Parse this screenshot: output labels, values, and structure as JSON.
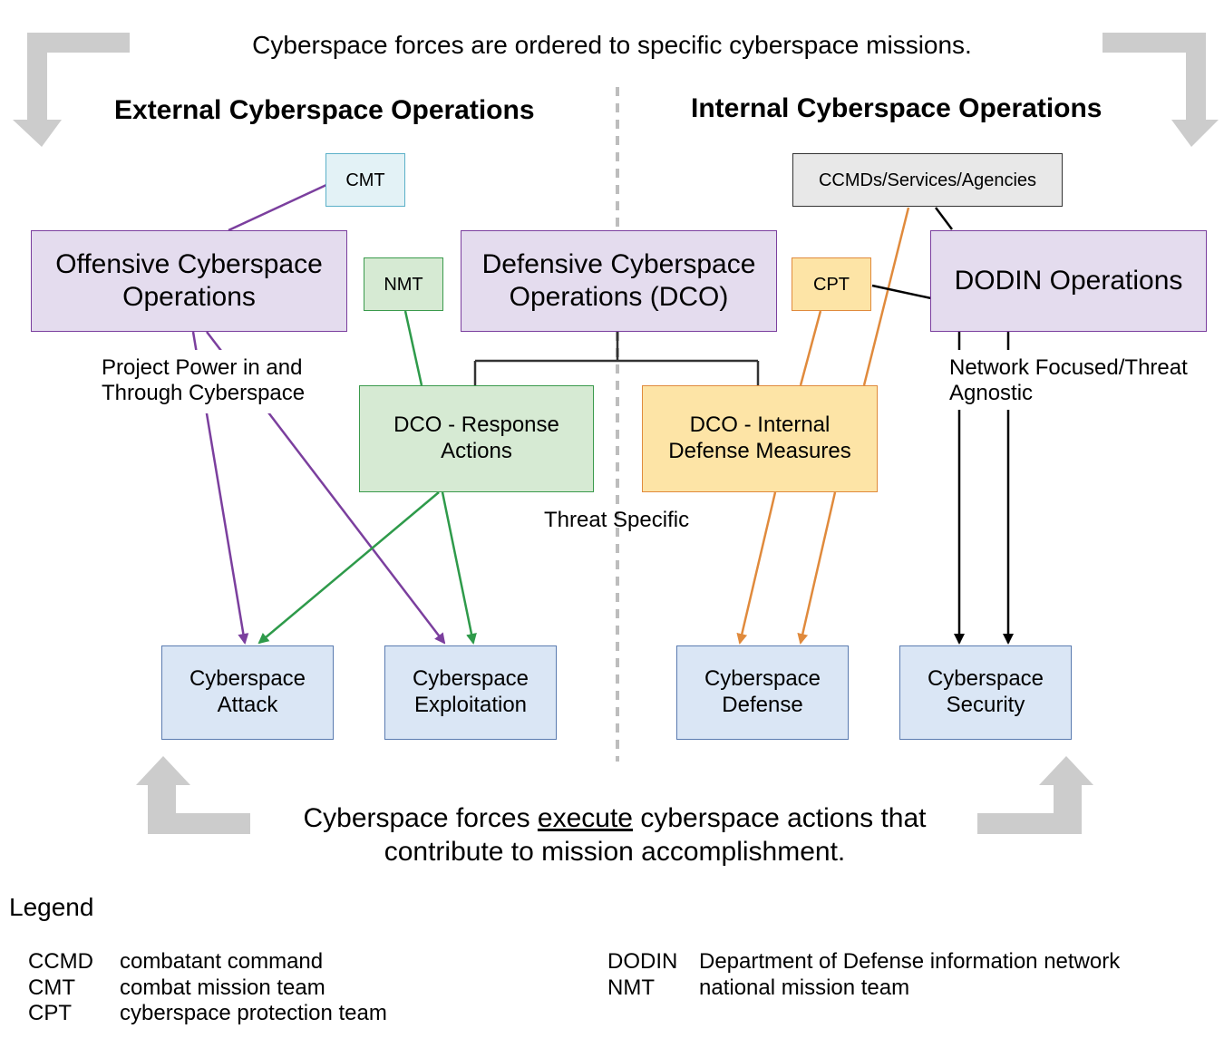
{
  "header": {
    "top_text": "Cyberspace forces are ordered to specific cyberspace missions.",
    "external_title": "External Cyberspace Operations",
    "internal_title": "Internal Cyberspace Operations"
  },
  "nodes": {
    "cmt": "CMT",
    "nmt": "NMT",
    "cpt": "CPT",
    "ccmds": "CCMDs/Services/Agencies",
    "oco_line1": "Offensive Cyberspace",
    "oco_line2": "Operations",
    "dco_line1": "Defensive Cyberspace",
    "dco_line2": "Operations (DCO)",
    "dodin": "DODIN Operations",
    "dco_ra_line1": "DCO - Response",
    "dco_ra_line2": "Actions",
    "dco_idm_line1": "DCO - Internal",
    "dco_idm_line2": "Defense Measures",
    "attack_line1": "Cyberspace",
    "attack_line2": "Attack",
    "exploit_line1": "Cyberspace",
    "exploit_line2": "Exploitation",
    "defense_line1": "Cyberspace",
    "defense_line2": "Defense",
    "security_line1": "Cyberspace",
    "security_line2": "Security"
  },
  "annotations": {
    "project_power_line1": "Project Power in and",
    "project_power_line2": "Through Cyberspace",
    "threat_specific": "Threat Specific",
    "network_focused_line1": "Network Focused/Threat",
    "network_focused_line2": "Agnostic"
  },
  "footer": {
    "line1_pre": "Cyberspace forces ",
    "line1_underlined": "execute",
    "line1_post": " cyberspace actions that",
    "line2": "contribute to mission accomplishment."
  },
  "legend": {
    "title": "Legend",
    "left": [
      {
        "abbr": "CCMD",
        "def": "combatant command"
      },
      {
        "abbr": "CMT",
        "def": "combat mission team"
      },
      {
        "abbr": "CPT",
        "def": "cyberspace protection team"
      }
    ],
    "right": [
      {
        "abbr": "DODIN",
        "def": "Department of Defense information network"
      },
      {
        "abbr": "NMT",
        "def": "national mission team"
      }
    ]
  },
  "colors": {
    "purple": "#7b3f9e",
    "green": "#2e9a4a",
    "orange": "#e08a3c",
    "black": "#000000",
    "gray_arrow": "#cccccc",
    "purple_fill": "#e4dcee",
    "green_fill": "#d6ead3",
    "orange_fill": "#fde4a6",
    "blue_fill": "#dae6f5",
    "gray_fill": "#e8e8e8",
    "cmt_fill": "#e3f2f6"
  }
}
